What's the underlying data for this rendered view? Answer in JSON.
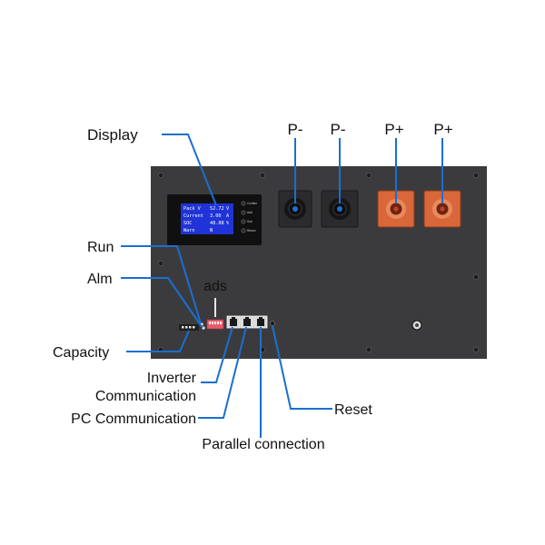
{
  "colors": {
    "panel": "#3b3b3d",
    "leader": "#1a6fd1",
    "lcd": "#1f33d6",
    "positive_terminal": "#d9673a",
    "negative_terminal": "#1d1d1f"
  },
  "labels": {
    "display": "Display",
    "run": "Run",
    "alm": "Alm",
    "capacity": "Capacity",
    "ads": "ads",
    "inverter_line1": "Inverter",
    "inverter_line2": "Communication",
    "pc_communication": "PC Communication",
    "parallel_connection": "Parallel connection",
    "reset": "Reset"
  },
  "terminals": [
    {
      "label": "P-",
      "polarity": "negative"
    },
    {
      "label": "P-",
      "polarity": "negative"
    },
    {
      "label": "P+",
      "polarity": "positive"
    },
    {
      "label": "P+",
      "polarity": "positive"
    }
  ],
  "lcd": {
    "lines": [
      {
        "name": "Pack V",
        "value": "52.72",
        "unit": "V"
      },
      {
        "name": "Current",
        "value": "3.00",
        "unit": "A"
      },
      {
        "name": "SOC",
        "value": "48.88",
        "unit": "%"
      },
      {
        "name": "Warn",
        "value": "N",
        "unit": ""
      }
    ],
    "buttons": [
      "Confirm",
      "Add",
      "Sub",
      "Return"
    ]
  }
}
